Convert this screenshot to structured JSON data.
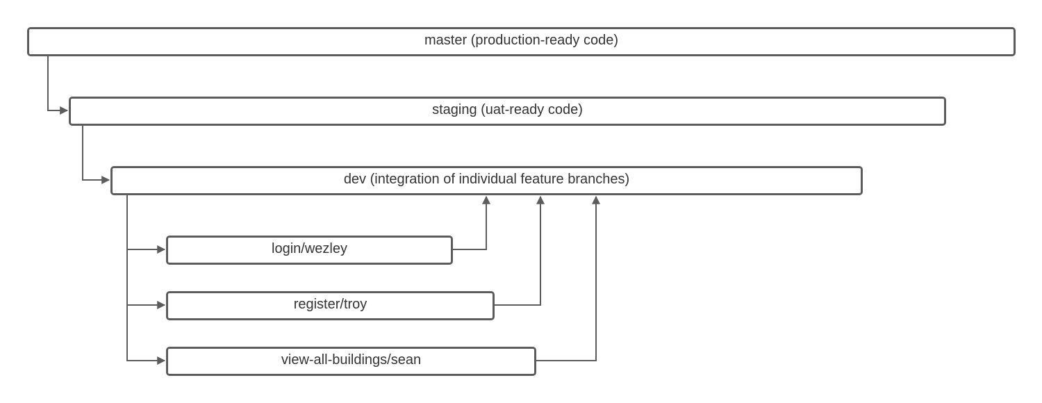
{
  "diagram": {
    "branches": [
      {
        "id": "master",
        "label": "master (production-ready code)"
      },
      {
        "id": "staging",
        "label": "staging (uat-ready code)"
      },
      {
        "id": "dev",
        "label": "dev (integration of individual feature branches)"
      },
      {
        "id": "login",
        "label": "login/wezley"
      },
      {
        "id": "register",
        "label": "register/troy"
      },
      {
        "id": "view",
        "label": "view-all-buildings/sean"
      }
    ],
    "edges": [
      {
        "from": "master",
        "to": "staging"
      },
      {
        "from": "staging",
        "to": "dev"
      },
      {
        "from": "dev",
        "to": "login"
      },
      {
        "from": "dev",
        "to": "register"
      },
      {
        "from": "dev",
        "to": "view"
      },
      {
        "from": "login",
        "to": "dev"
      },
      {
        "from": "register",
        "to": "dev"
      },
      {
        "from": "view",
        "to": "dev"
      }
    ],
    "colors": {
      "stroke": "#5c5c5c",
      "text": "#333333",
      "background": "#ffffff"
    }
  }
}
